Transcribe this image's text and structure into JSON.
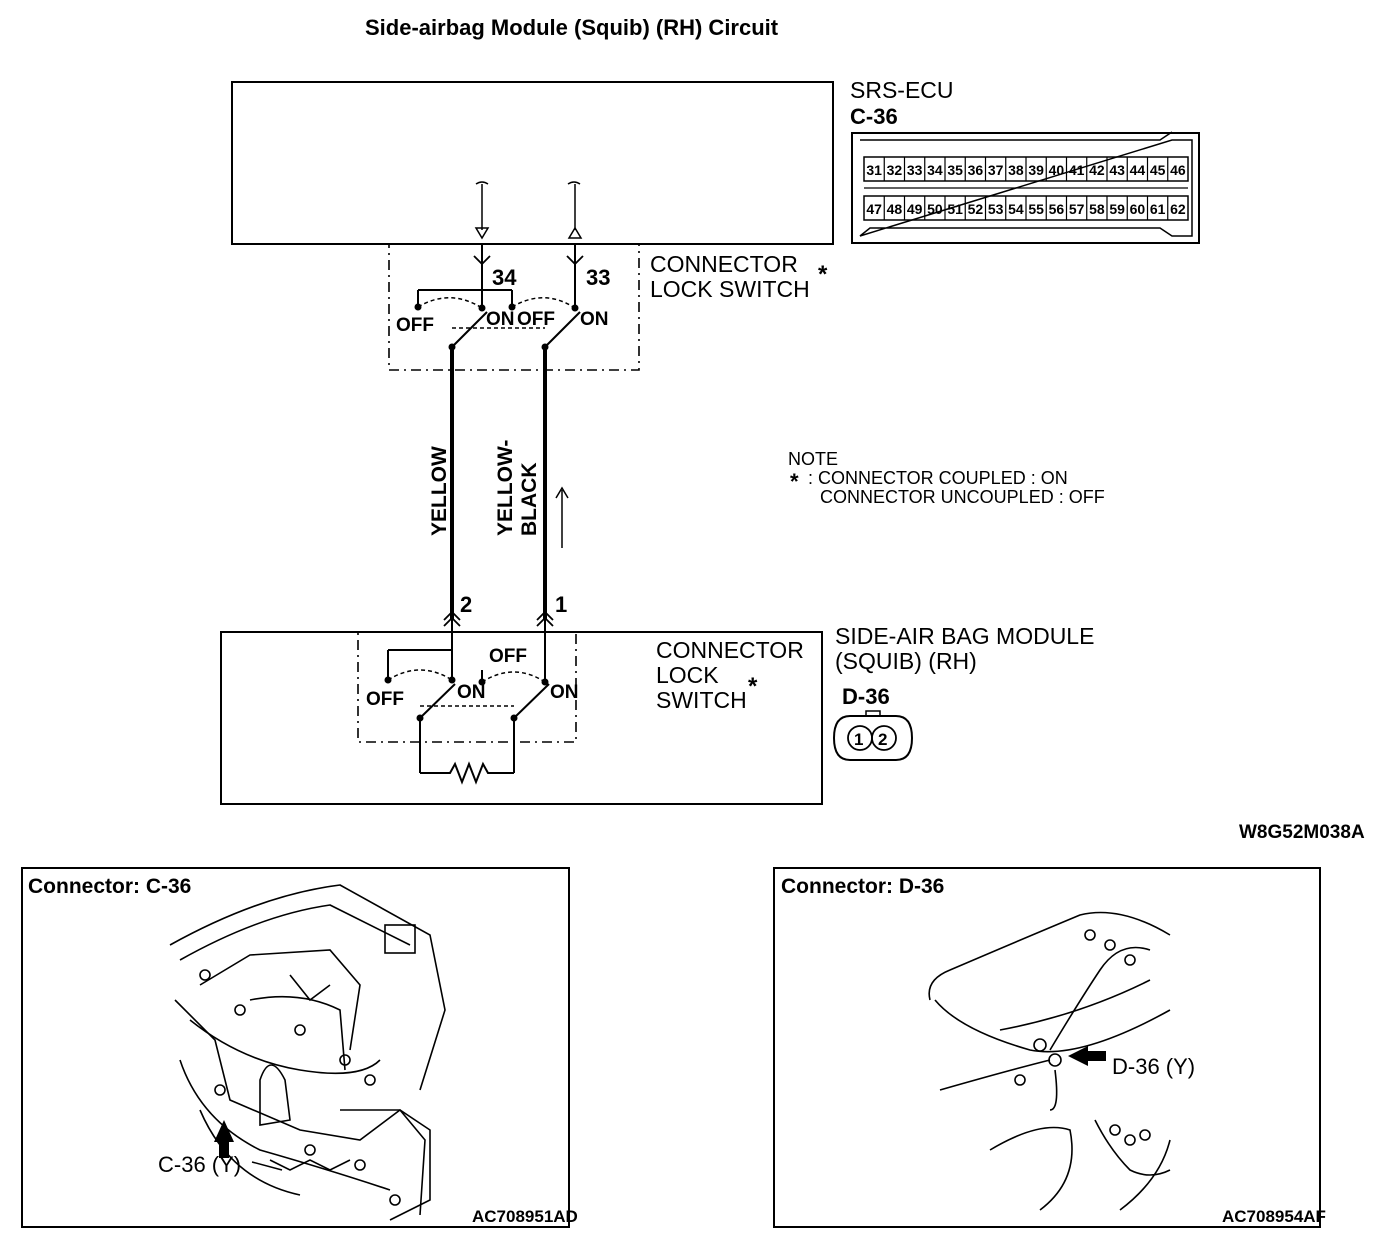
{
  "diagram": {
    "title": "Side-airbag Module (Squib) (RH) Circuit",
    "ecu": {
      "name": "SRS-ECU",
      "connector_id": "C-36",
      "pins_top": [
        "31",
        "32",
        "33",
        "34",
        "35",
        "36",
        "37",
        "38",
        "39",
        "40",
        "41",
        "42",
        "43",
        "44",
        "45",
        "46"
      ],
      "pins_bottom": [
        "47",
        "48",
        "49",
        "50",
        "51",
        "52",
        "53",
        "54",
        "55",
        "56",
        "57",
        "58",
        "59",
        "60",
        "61",
        "62"
      ]
    },
    "ecu_switch": {
      "label_line1": "CONNECTOR",
      "label_line2": "LOCK SWITCH",
      "asterisk": "*",
      "pin_left": "34",
      "pin_right": "33",
      "off_left": "OFF",
      "on_left": "ON",
      "off_right": "OFF",
      "on_right": "ON"
    },
    "wires": {
      "left": "YELLOW",
      "right_line1": "YELLOW-",
      "right_line2": "BLACK"
    },
    "note": {
      "heading": "NOTE",
      "asterisk": "*",
      "line1": ": CONNECTOR COUPLED : ON",
      "line2": "CONNECTOR UNCOUPLED : OFF"
    },
    "module": {
      "name_line1": "SIDE-AIR BAG MODULE",
      "name_line2": "(SQUIB) (RH)",
      "connector_id": "D-36",
      "pin_left": "2",
      "pin_right": "1",
      "plug_pins": [
        "1",
        "2"
      ],
      "switch_label_line1": "CONNECTOR",
      "switch_label_line2": "LOCK",
      "switch_label_line3": "SWITCH",
      "asterisk": "*",
      "off_top": "OFF",
      "off_left": "OFF",
      "on_left": "ON",
      "on_right": "ON"
    },
    "diagram_code": "W8G52M038A"
  },
  "panels": [
    {
      "title": "Connector: C-36",
      "callout": "C-36 (Y)",
      "code": "AC708951AD"
    },
    {
      "title": "Connector: D-36",
      "callout": "D-36 (Y)",
      "code": "AC708954AF"
    }
  ]
}
